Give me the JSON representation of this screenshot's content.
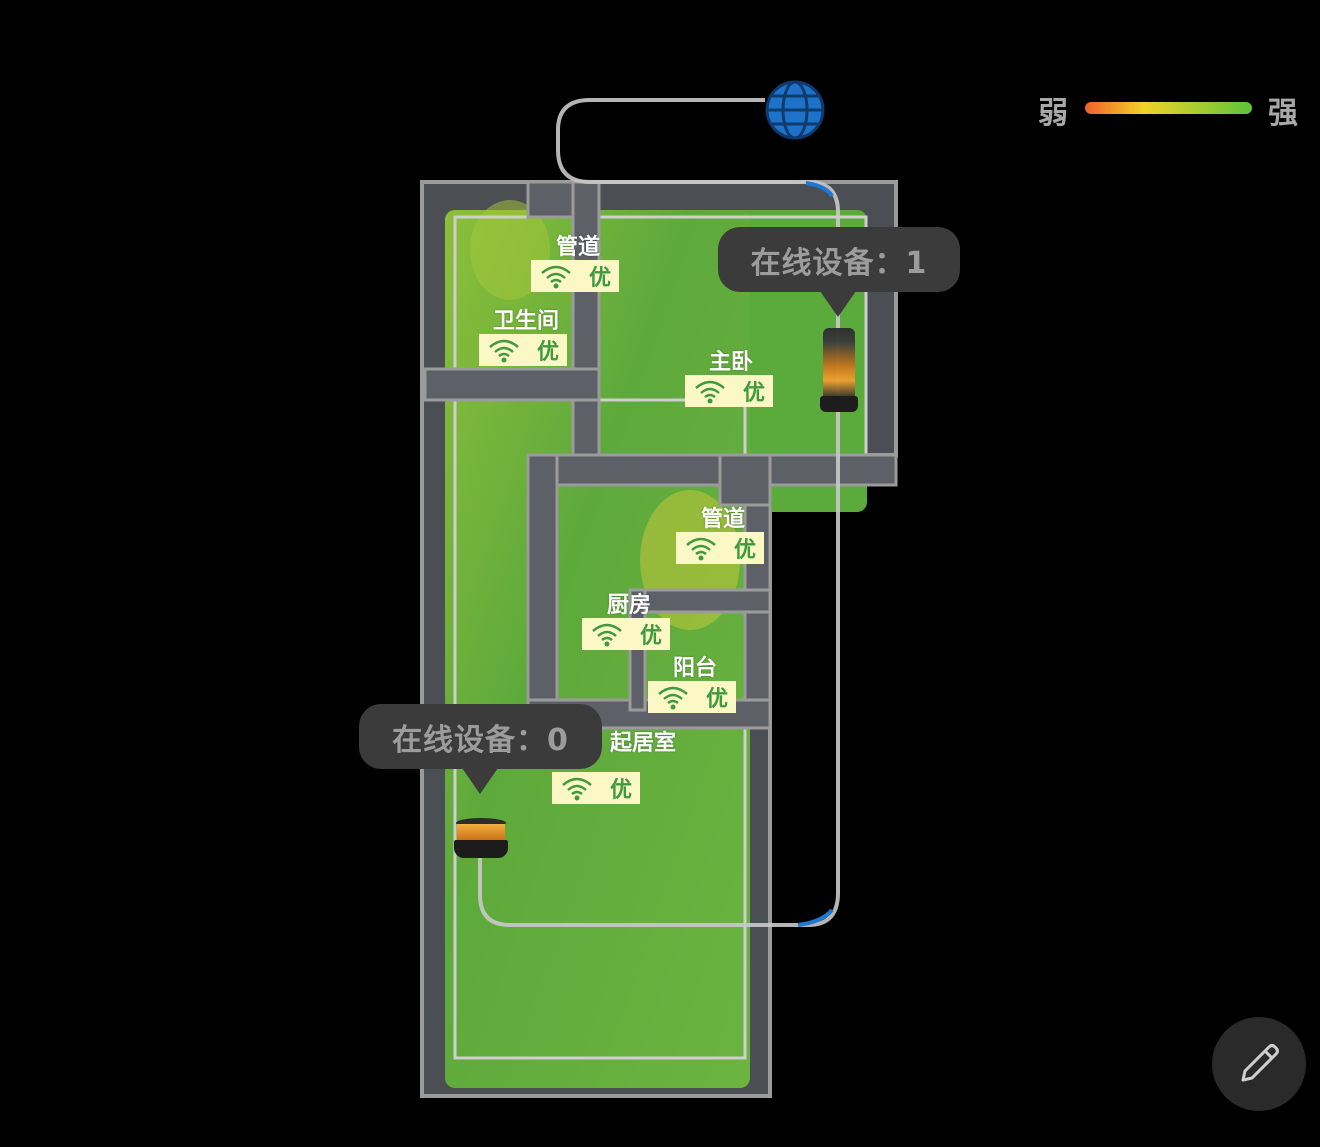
{
  "legend": {
    "weak": "弱",
    "strong": "强",
    "colors": [
      "#f0602a",
      "#f2d22a",
      "#5cc43a"
    ]
  },
  "rooms": [
    {
      "name": "管道",
      "quality": "优"
    },
    {
      "name": "卫生间",
      "quality": "优"
    },
    {
      "name": "主卧",
      "quality": "优"
    },
    {
      "name": "管道",
      "quality": "优"
    },
    {
      "name": "厨房",
      "quality": "优"
    },
    {
      "name": "阳台",
      "quality": "优"
    },
    {
      "name": "起居室",
      "quality": "优"
    }
  ],
  "devices": [
    {
      "tooltip": "在线设备：1",
      "icon": "tower-router-icon"
    },
    {
      "tooltip": "在线设备：0",
      "icon": "mesh-node-icon"
    }
  ],
  "icons": {
    "internet": "globe-icon",
    "signal": "wifi-icon",
    "edit": "pencil-icon"
  },
  "colors": {
    "floor": "#5aab3c",
    "wall": "#4b4e53",
    "route": "#c9c9c9",
    "accent": "#1e78d2",
    "badge": "#fbf8c6"
  }
}
